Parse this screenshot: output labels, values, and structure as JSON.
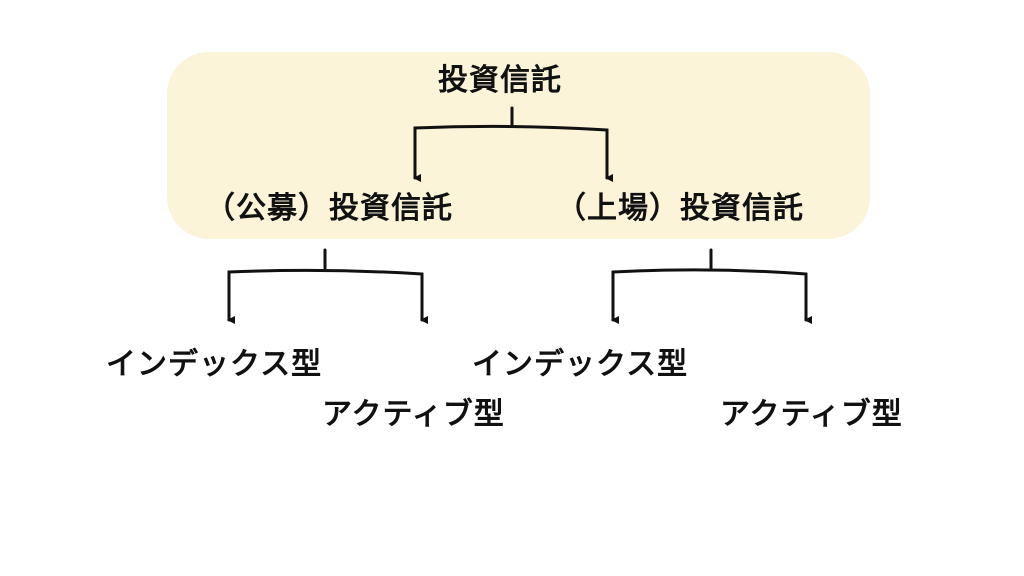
{
  "diagram": {
    "root": "投資信託",
    "branches": [
      {
        "label": "（公募）投資信託",
        "children": [
          "インデックス型",
          "アクティブ型"
        ]
      },
      {
        "label": "（上場）投資信託",
        "children": [
          "インデックス型",
          "アクティブ型"
        ]
      }
    ]
  },
  "colors": {
    "highlight": "#fbf4d9",
    "text": "#111111",
    "line": "#111111"
  }
}
